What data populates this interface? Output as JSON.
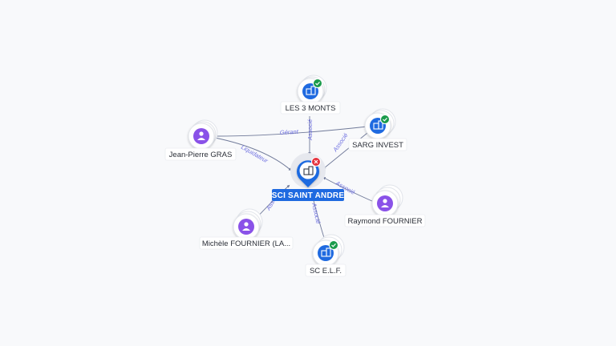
{
  "center": {
    "label": "SCI SAINT ANDRE",
    "icon": "building-icon",
    "badge": "closed-x-badge-icon",
    "badge_color": "#e5323d",
    "color": "#1f6ae0"
  },
  "nodes": [
    {
      "id": "les3monts",
      "label": "LES 3 MONTS",
      "kind": "company",
      "verified": true
    },
    {
      "id": "sarg",
      "label": "SARG INVEST",
      "kind": "company",
      "verified": true
    },
    {
      "id": "jpgras",
      "label": "Jean-Pierre GRAS",
      "kind": "person",
      "verified": false
    },
    {
      "id": "raymond",
      "label": "Raymond FOURNIER",
      "kind": "person",
      "verified": false
    },
    {
      "id": "michele",
      "label": "Michèle FOURNIER (LA...",
      "kind": "person",
      "verified": false
    },
    {
      "id": "scelf",
      "label": "SC E.L.F.",
      "kind": "company",
      "verified": true
    }
  ],
  "edges": [
    {
      "id": "e1",
      "label": "Associé"
    },
    {
      "id": "e2",
      "label": "Associé"
    },
    {
      "id": "e3",
      "label": "Gérant"
    },
    {
      "id": "e4",
      "label": "Liquidateur"
    },
    {
      "id": "e5",
      "label": "Associé"
    },
    {
      "id": "e6",
      "label": "Associé"
    },
    {
      "id": "e7",
      "label": "Associé"
    }
  ],
  "colors": {
    "company": "#1f6ae0",
    "person": "#8a52e8",
    "verified": "#1a9b4b",
    "edge_line": "#707a99",
    "edge_text": "#6d6fe0"
  }
}
